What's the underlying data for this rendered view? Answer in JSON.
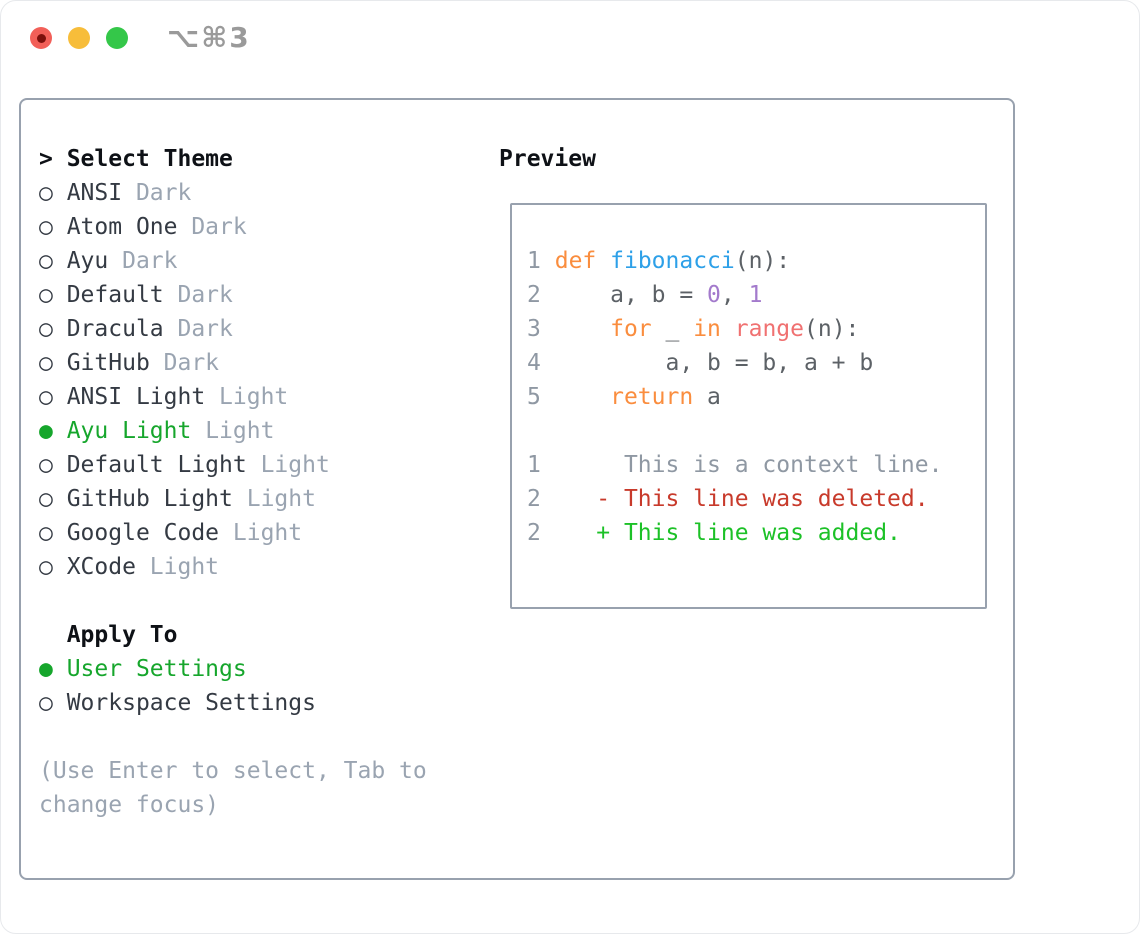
{
  "titlebar": {
    "shortcut": "⌥⌘3"
  },
  "colors": {
    "heading": "#0e1116",
    "item": "#343a43",
    "dim": "#9aa4b1",
    "selected_green": "#16a62c",
    "line_number": "#8f98a3",
    "code_default": "#5c6166",
    "keyword_orange": "#fa8d3e",
    "function_blue": "#2da0e8",
    "number_purple": "#a37acc",
    "builtin_coral": "#f07171",
    "context_gray": "#8f98a3",
    "deleted_red": "#c83a2b",
    "added_green": "#1cc127",
    "box_border": "#98a1ae",
    "traffic_red": "#f25f58",
    "traffic_red_dot": "#7d100c",
    "traffic_yellow": "#f7bd3a",
    "traffic_green": "#34c749",
    "shortcut_gray": "#9a9a9a"
  },
  "theme_panel": {
    "rows": [
      {
        "name": "select-theme-heading",
        "interactable": false,
        "segments": [
          {
            "t": "> Select Theme",
            "s": "heading"
          }
        ]
      },
      {
        "name": "theme-item-ansi-dark",
        "interactable": true,
        "segments": [
          {
            "t": "○ ",
            "s": "item"
          },
          {
            "t": "ANSI ",
            "s": "item"
          },
          {
            "t": "Dark",
            "s": "dim"
          }
        ]
      },
      {
        "name": "theme-item-atom-one-dark",
        "interactable": true,
        "segments": [
          {
            "t": "○ ",
            "s": "item"
          },
          {
            "t": "Atom One ",
            "s": "item"
          },
          {
            "t": "Dark",
            "s": "dim"
          }
        ]
      },
      {
        "name": "theme-item-ayu-dark",
        "interactable": true,
        "segments": [
          {
            "t": "○ ",
            "s": "item"
          },
          {
            "t": "Ayu ",
            "s": "item"
          },
          {
            "t": "Dark",
            "s": "dim"
          }
        ]
      },
      {
        "name": "theme-item-default-dark",
        "interactable": true,
        "segments": [
          {
            "t": "○ ",
            "s": "item"
          },
          {
            "t": "Default ",
            "s": "item"
          },
          {
            "t": "Dark",
            "s": "dim"
          }
        ]
      },
      {
        "name": "theme-item-dracula-dark",
        "interactable": true,
        "segments": [
          {
            "t": "○ ",
            "s": "item"
          },
          {
            "t": "Dracula ",
            "s": "item"
          },
          {
            "t": "Dark",
            "s": "dim"
          }
        ]
      },
      {
        "name": "theme-item-github-dark",
        "interactable": true,
        "segments": [
          {
            "t": "○ ",
            "s": "item"
          },
          {
            "t": "GitHub ",
            "s": "item"
          },
          {
            "t": "Dark",
            "s": "dim"
          }
        ]
      },
      {
        "name": "theme-item-ansi-light",
        "interactable": true,
        "segments": [
          {
            "t": "○ ",
            "s": "item"
          },
          {
            "t": "ANSI Light ",
            "s": "item"
          },
          {
            "t": "Light",
            "s": "dim"
          }
        ]
      },
      {
        "name": "theme-item-ayu-light-selected",
        "interactable": true,
        "segments": [
          {
            "t": "● ",
            "s": "green"
          },
          {
            "t": "Ayu Light ",
            "s": "green"
          },
          {
            "t": "Light",
            "s": "dim"
          }
        ]
      },
      {
        "name": "theme-item-default-light",
        "interactable": true,
        "segments": [
          {
            "t": "○ ",
            "s": "item"
          },
          {
            "t": "Default Light ",
            "s": "item"
          },
          {
            "t": "Light",
            "s": "dim"
          }
        ]
      },
      {
        "name": "theme-item-github-light",
        "interactable": true,
        "segments": [
          {
            "t": "○ ",
            "s": "item"
          },
          {
            "t": "GitHub Light ",
            "s": "item"
          },
          {
            "t": "Light",
            "s": "dim"
          }
        ]
      },
      {
        "name": "theme-item-google-code-light",
        "interactable": true,
        "segments": [
          {
            "t": "○ ",
            "s": "item"
          },
          {
            "t": "Google Code ",
            "s": "item"
          },
          {
            "t": "Light",
            "s": "dim"
          }
        ]
      },
      {
        "name": "theme-item-xcode-light",
        "interactable": true,
        "segments": [
          {
            "t": "○ ",
            "s": "item"
          },
          {
            "t": "XCode ",
            "s": "item"
          },
          {
            "t": "Light",
            "s": "dim"
          }
        ]
      },
      {
        "name": "spacer",
        "interactable": false,
        "segments": []
      },
      {
        "name": "apply-to-heading",
        "interactable": false,
        "segments": [
          {
            "t": "  Apply To",
            "s": "heading"
          }
        ]
      },
      {
        "name": "apply-option-user-settings",
        "interactable": true,
        "segments": [
          {
            "t": "● ",
            "s": "green"
          },
          {
            "t": "User Settings",
            "s": "green"
          }
        ]
      },
      {
        "name": "apply-option-workspace-settings",
        "interactable": true,
        "segments": [
          {
            "t": "○ ",
            "s": "item"
          },
          {
            "t": "Workspace Settings",
            "s": "item"
          }
        ]
      },
      {
        "name": "spacer",
        "interactable": false,
        "segments": []
      },
      {
        "name": "hint-line-1",
        "interactable": false,
        "segments": [
          {
            "t": "(Use Enter to select, Tab to",
            "s": "dim"
          }
        ]
      },
      {
        "name": "hint-line-2",
        "interactable": false,
        "segments": [
          {
            "t": "change focus)",
            "s": "dim"
          }
        ]
      }
    ]
  },
  "preview": {
    "heading": "Preview",
    "rows": [
      {
        "name": "preview-spacer",
        "interactable": false,
        "segments": []
      },
      {
        "name": "code-line-1",
        "interactable": false,
        "segments": [
          {
            "t": "1",
            "s": "num"
          },
          {
            "t": " ",
            "s": "code"
          },
          {
            "t": "def",
            "s": "kw"
          },
          {
            "t": " ",
            "s": "code"
          },
          {
            "t": "fibonacci",
            "s": "fn"
          },
          {
            "t": "(n):",
            "s": "code"
          }
        ]
      },
      {
        "name": "code-line-2",
        "interactable": false,
        "segments": [
          {
            "t": "2",
            "s": "num"
          },
          {
            "t": "     a, b = ",
            "s": "code"
          },
          {
            "t": "0",
            "s": "lit"
          },
          {
            "t": ", ",
            "s": "code"
          },
          {
            "t": "1",
            "s": "lit"
          }
        ]
      },
      {
        "name": "code-line-3",
        "interactable": false,
        "segments": [
          {
            "t": "3",
            "s": "num"
          },
          {
            "t": "     ",
            "s": "code"
          },
          {
            "t": "for",
            "s": "kw"
          },
          {
            "t": " _ ",
            "s": "code"
          },
          {
            "t": "in",
            "s": "kw"
          },
          {
            "t": " ",
            "s": "code"
          },
          {
            "t": "range",
            "s": "call"
          },
          {
            "t": "(n):",
            "s": "code"
          }
        ]
      },
      {
        "name": "code-line-4",
        "interactable": false,
        "segments": [
          {
            "t": "4",
            "s": "num"
          },
          {
            "t": "         a, b = b, a + b",
            "s": "code"
          }
        ]
      },
      {
        "name": "code-line-5",
        "interactable": false,
        "segments": [
          {
            "t": "5",
            "s": "num"
          },
          {
            "t": "     ",
            "s": "code"
          },
          {
            "t": "return",
            "s": "kw"
          },
          {
            "t": " a",
            "s": "code"
          }
        ]
      },
      {
        "name": "preview-spacer",
        "interactable": false,
        "segments": []
      },
      {
        "name": "diff-context-line",
        "interactable": false,
        "segments": [
          {
            "t": "1",
            "s": "num"
          },
          {
            "t": "      ",
            "s": "code"
          },
          {
            "t": "This is a context line.",
            "s": "ctx"
          }
        ]
      },
      {
        "name": "diff-deleted-line",
        "interactable": false,
        "segments": [
          {
            "t": "2",
            "s": "num"
          },
          {
            "t": "    ",
            "s": "code"
          },
          {
            "t": "- This line was deleted.",
            "s": "del"
          }
        ]
      },
      {
        "name": "diff-added-line",
        "interactable": false,
        "segments": [
          {
            "t": "2",
            "s": "num"
          },
          {
            "t": "    ",
            "s": "code"
          },
          {
            "t": "+ This line was added.",
            "s": "add"
          }
        ]
      }
    ]
  }
}
